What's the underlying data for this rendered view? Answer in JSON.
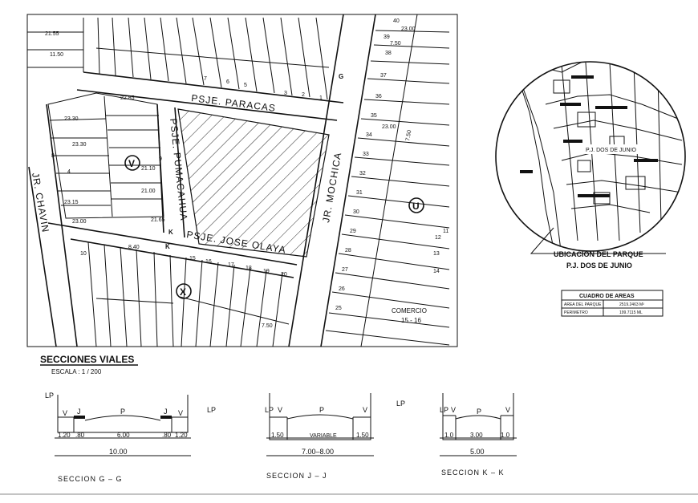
{
  "streets": {
    "paracas": "PSJE. PARACAS",
    "pumacahua": "PSJE. PUMACAHUA",
    "jose_olaya": "PSJE. JOSE OLAYA",
    "mochica": "JR. MOCHICA",
    "chavin": "JR. CHAVIN"
  },
  "markers": {
    "v": "V",
    "u": "U",
    "x": "X",
    "k1": "K",
    "k2": "K",
    "g": "G"
  },
  "lot_labels": [
    "40",
    "39",
    "38",
    "37",
    "36",
    "35",
    "34",
    "33",
    "32",
    "31",
    "30",
    "29",
    "28",
    "27",
    "26",
    "25",
    "14",
    "13",
    "12",
    "11",
    "15",
    "16",
    "17",
    "18",
    "19",
    "20",
    "10",
    "9",
    "8",
    "7",
    "6",
    "5",
    "4",
    "3",
    "2",
    "1"
  ],
  "measures": [
    "7.50",
    "23.00",
    "23.00",
    "7.50",
    "8.40",
    "21.10",
    "21.00",
    "22.85",
    "23.30",
    "23.30",
    "23.15",
    "23.00",
    "11.50",
    "21.65",
    "21.55",
    "7.50"
  ],
  "comercio": {
    "label": "COMERCIO",
    "lots": "15 - 16"
  },
  "location": {
    "title": "UBICACION DEL PARQUE",
    "subtitle": "P.J.  DOS DE JUNIO",
    "map_label": "P.J. DOS DE JUNIO"
  },
  "areas": {
    "title": "CUADRO DE AREAS",
    "rows": [
      {
        "label": "AREA DEL PARQUE",
        "value": "2519.2463 M²"
      },
      {
        "label": "PERIMETRO",
        "value": "199.7115 ML"
      }
    ]
  },
  "sections_title": "SECCIONES VIALES",
  "scale": "ESCALA :  1  /  200",
  "sections": {
    "gg": {
      "lp": "LP",
      "lp2": "LP",
      "v": "V",
      "j": "J",
      "p": "P",
      "j2": "J",
      "v2": "V",
      "d1": "1.20",
      "d2": ".80",
      "d3": "6.00",
      "d4": ".80",
      "d5": "1.20",
      "total": "10.00",
      "caption": "SECCION  G  –  G"
    },
    "jj": {
      "lp": "LP",
      "lp2": "LP",
      "v": "V",
      "p": "P",
      "v2": "V",
      "d1": "1.50",
      "d2": "VARIABLE",
      "d3": "1.50",
      "total": "7.00–8.00",
      "caption": "SECCION  J  –  J"
    },
    "kk": {
      "lp": "LP",
      "v": "V",
      "p": "P",
      "v2": "V",
      "d1": "1.0",
      "d2": "3.00",
      "d3": "1.0",
      "total": "5.00",
      "caption": "SECCION  K  –  K"
    }
  }
}
